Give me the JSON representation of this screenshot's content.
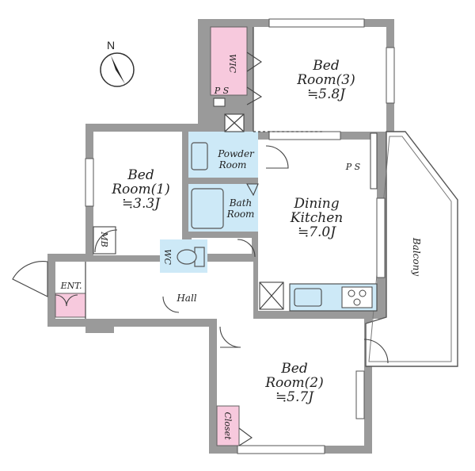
{
  "north": "N",
  "rooms": {
    "bed3": {
      "name": "Bed",
      "sub": "Room(3)",
      "size": "≒5.8J"
    },
    "bed1": {
      "name": "Bed",
      "sub": "Room(1)",
      "size": "≒3.3J"
    },
    "bed2": {
      "name": "Bed",
      "sub": "Room(2)",
      "size": "≒5.7J"
    },
    "dining": {
      "name": "Dining",
      "sub": "Kitchen",
      "size": "≒7.0J"
    }
  },
  "labels": {
    "wic": "WIC",
    "ps1": "P S",
    "ps2": "P S",
    "powder_1": "Powder",
    "powder_2": "Room",
    "bath_1": "Bath",
    "bath_2": "Room",
    "mb": "MB",
    "wc": "WC",
    "entrance": "ENT.",
    "hall": "Hall",
    "balcony": "Balcony",
    "closet": "Closet"
  }
}
